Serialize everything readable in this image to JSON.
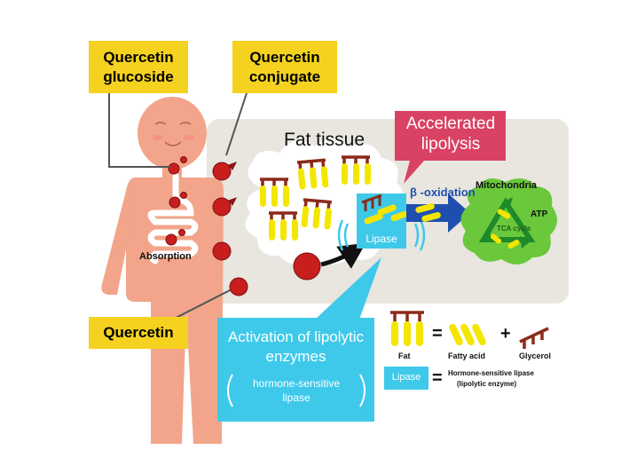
{
  "labels": {
    "quercetin_glucoside": "Quercetin glucoside",
    "quercetin_conjugate": "Quercetin conjugate",
    "quercetin": "Quercetin",
    "absorption": "Absorption",
    "fat_tissue": "Fat tissue",
    "accelerated_lipolysis": "Accelerated lipolysis",
    "beta_oxidation": "β -oxidation",
    "mitochondria": "Mitochondria",
    "atp": "ATP",
    "tca_cycle": "TCA cycle",
    "lipase": "Lipase",
    "activation_title": "Activation of lipolytic enzymes",
    "activation_sub": "hormone-sensitive lipase"
  },
  "legend": {
    "fat": "Fat",
    "equals": "=",
    "fatty_acid": "Fatty acid",
    "plus": "+",
    "glycerol": "Glycerol",
    "lipase": "Lipase",
    "lipase_desc_1": "Hormone-sensitive lipase",
    "lipase_desc_2": "(lipolytic enzyme)"
  },
  "colors": {
    "skin": "#f2a58a",
    "yellow_box": "#f5d21f",
    "panel": "#e8e6df",
    "red_dot": "#c81e1e",
    "glycerol": "#8b2a1a",
    "fatty_acid": "#f3e600",
    "lipase_blue": "#3ec9ea",
    "accent_pink": "#d94262",
    "oxidation_blue": "#1f4fae",
    "mito_green": "#6ac83a",
    "cycle_green": "#1f8a2a"
  }
}
